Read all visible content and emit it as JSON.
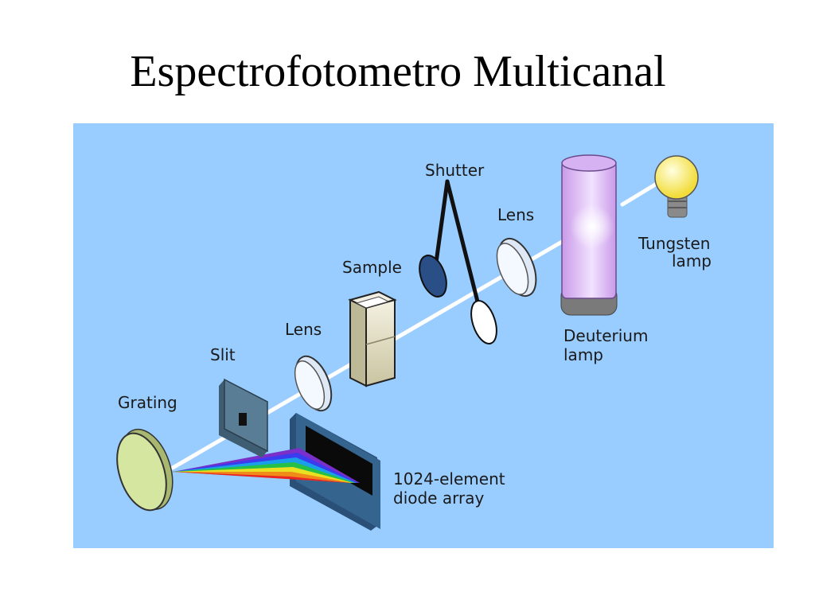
{
  "title": "Espectrofotometro Multicanal",
  "colors": {
    "panel": "#99ccff",
    "beam": "#ffffff",
    "lens": "#e6eefa",
    "shutter": "#2a4f86",
    "grating": "#d4e6a0",
    "slit": "#5a7d96",
    "array_frame": "#35648f",
    "deuterium_lamp": "#dcb6f5",
    "tungsten_bulb": "#fff27a"
  },
  "labels": {
    "shutter": "Shutter",
    "lens_right": "Lens",
    "tungsten_line1": "Tungsten",
    "tungsten_line2": "lamp",
    "sample": "Sample",
    "lens_left": "Lens",
    "slit": "Slit",
    "grating": "Grating",
    "deuterium_line1": "Deuterium",
    "deuterium_line2": "lamp",
    "array_line1": "1024-element",
    "array_line2": "diode array"
  }
}
